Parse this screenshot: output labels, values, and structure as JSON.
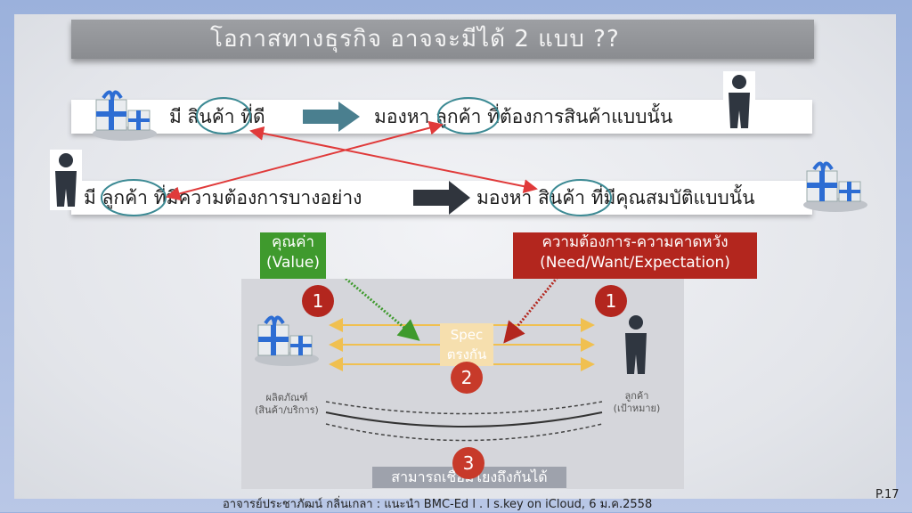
{
  "title": "โอกาสทางธุรกิจ อาจจะมีได้ 2 แบบ ??",
  "row1": {
    "left": "มี สินค้า ที่ดี",
    "right": "มองหา ลูกค้า ที่ต้องการสินค้าแบบนั้น"
  },
  "row2": {
    "left": "มี ลูกค้า ที่มีความต้องการบางอย่าง",
    "right": "มองหา สินค้า ที่มีคุณสมบัติแบบนั้น"
  },
  "value_box": {
    "line1": "คุณค่า",
    "line2": "(Value)"
  },
  "need_box": {
    "line1": "ความต้องการ-ความคาดหวัง",
    "line2": "(Need/Want/Expectation)"
  },
  "bmc": {
    "circle_left": "1",
    "circle_right": "1",
    "circle_mid": "2",
    "circle_bottom": "3",
    "spec_line1": "Spec",
    "spec_line2": "ตรงกัน",
    "product_line1": "ผลิตภัณฑ์",
    "product_line2": "(สินค้า/บริการ)",
    "customer_line1": "ลูกค้า",
    "customer_line2": "(เป้าหมาย)",
    "connect": "สามารถเชื่อมโยงถึงกันได้"
  },
  "footer": "อาจารย์ประชาภัฒน์ กลิ่นเกลา : แนะนำ BMC-Ed l . l s.key on iCloud, 6 ม.ค.2558",
  "page": "P.17",
  "colors": {
    "value_green": "#3f9a2d",
    "need_red": "#b3261e",
    "circle_red": "#b3261e",
    "circle_mid": "#c73a2a",
    "teal_arrow": "#4a7f8f",
    "dark_arrow": "#30353d"
  }
}
